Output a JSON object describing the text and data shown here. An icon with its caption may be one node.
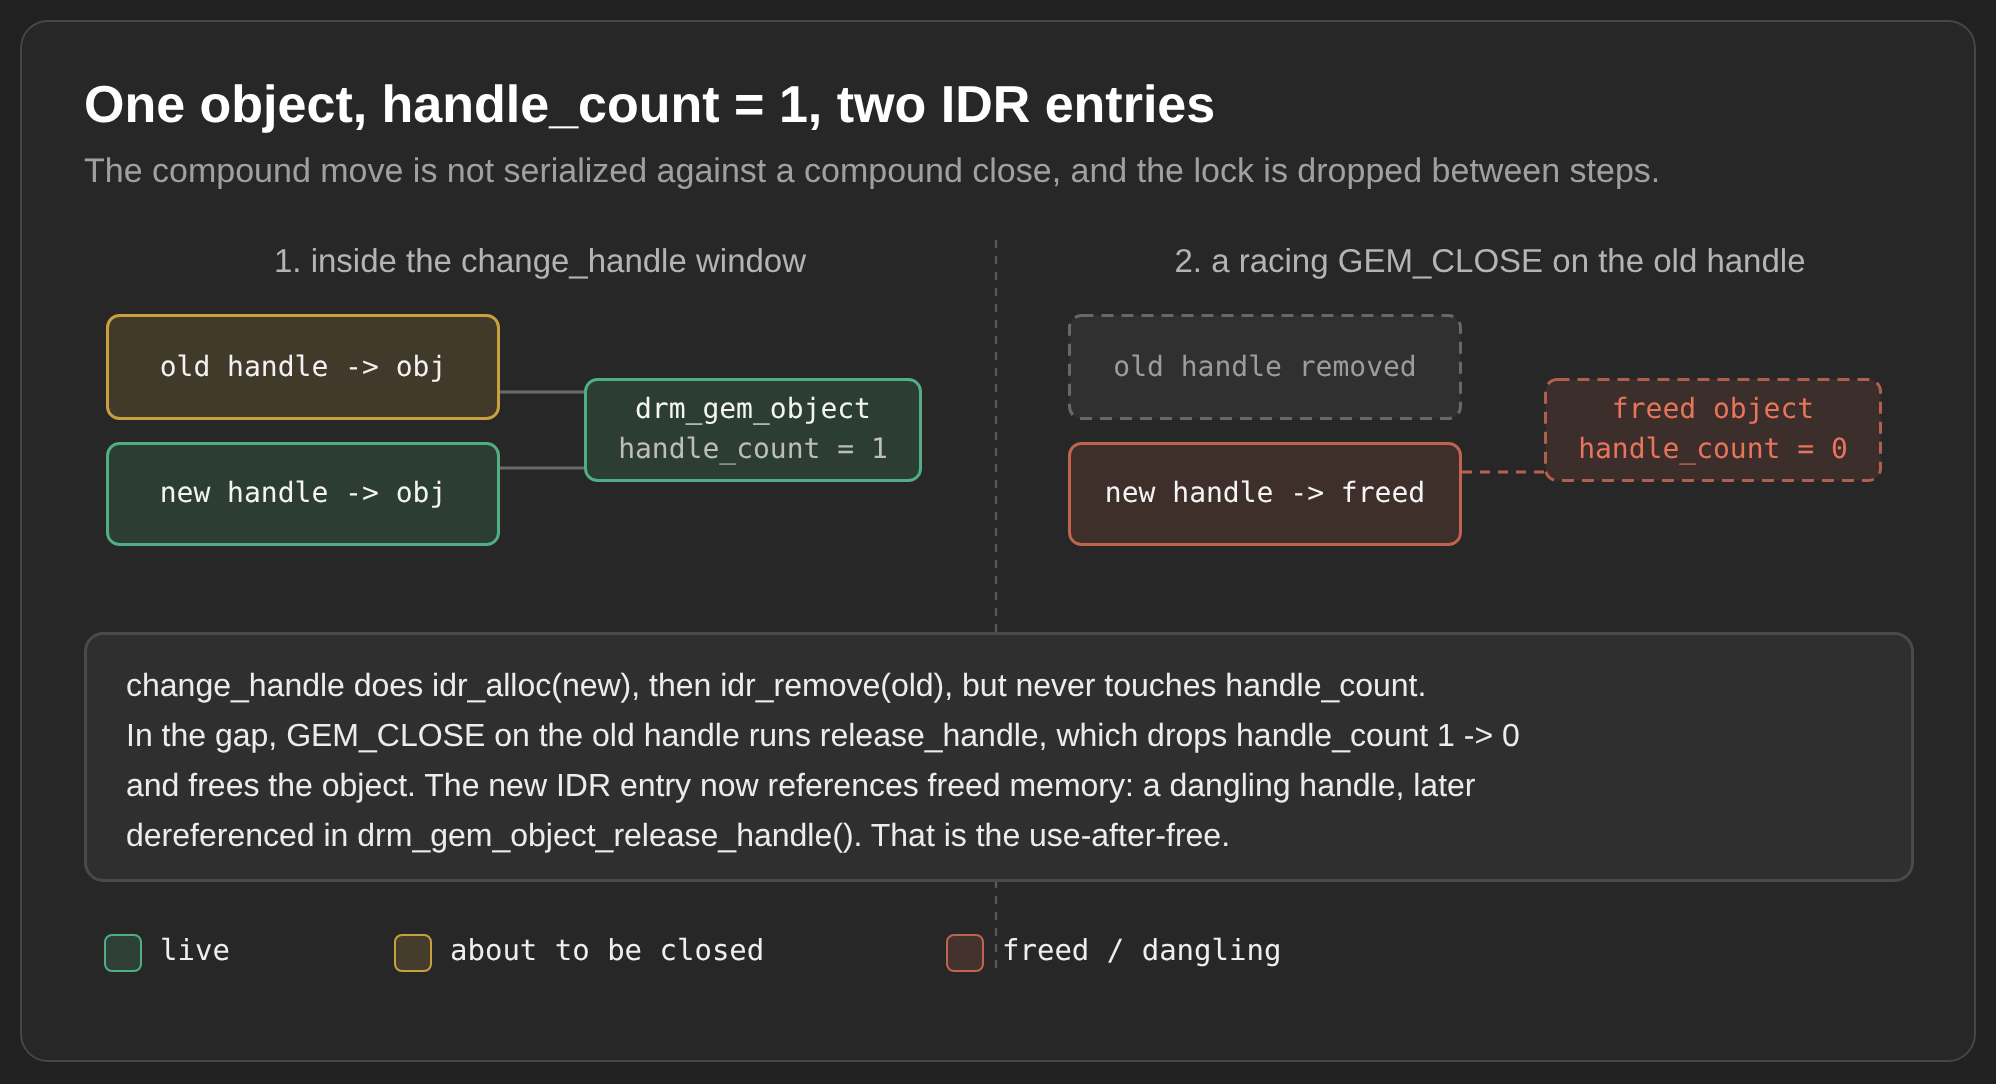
{
  "diagram": {
    "title": "One object, handle_count = 1, two IDR entries",
    "nodes": [
      {
        "text": [
          "old handle -> obj"
        ]
      },
      {
        "text": [
          "new handle -> obj"
        ]
      },
      {
        "text": [
          "drm_gem_object",
          "handle_count = 1"
        ]
      },
      {
        "text": [
          "old handle removed"
        ]
      },
      {
        "text": [
          "new handle -> freed"
        ]
      },
      {
        "text": [
          "freed object",
          "handle_count = 0"
        ]
      },
      {
        "text": [
          "change_handle does idr_alloc(new), then idr_remove(old), but never touches handle_count.",
          "In the gap, GEM_CLOSE on the old handle runs release_handle, which drops handle_count 1 -> 0 and frees the object. The new IDR entry now references freed memory: a dangling handle, later dereferenced in drm_gem_object_release_handle(). That is the use-after-free."
        ]
      }
    ],
    "edges": [
      {
        "from": 0,
        "to": 2,
        "arrow": "none"
      },
      {
        "from": 1,
        "to": 2,
        "arrow": "none"
      },
      {
        "from": 4,
        "to": 5,
        "arrow": "none",
        "style": "dashed",
        "color": "#b8604e"
      }
    ],
    "labels": [
      "The compound move is not serialized against a compound close, and the lock is dropped between steps.",
      "1. inside the change_handle window",
      "2. a racing GEM_CLOSE on the old handle"
    ],
    "legend": [
      {
        "text": "live",
        "color": "#4fae84"
      },
      {
        "text": "about to be closed",
        "color": "#c9a03e"
      },
      {
        "text": "freed / dangling",
        "color": "#c0634f"
      }
    ]
  }
}
